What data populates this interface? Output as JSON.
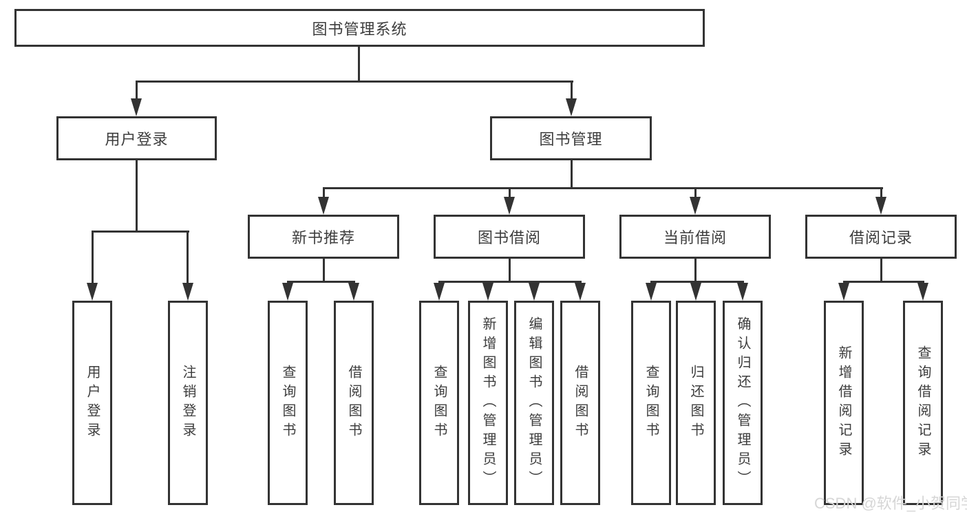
{
  "diagram": {
    "root_label": "图书管理系统",
    "level2": [
      {
        "label": "用户登录"
      },
      {
        "label": "图书管理"
      }
    ],
    "level3": [
      {
        "label": "新书推荐"
      },
      {
        "label": "图书借阅"
      },
      {
        "label": "当前借阅"
      },
      {
        "label": "借阅记录"
      }
    ],
    "leaves": [
      {
        "items": [
          "用户登录",
          "注销登录"
        ]
      },
      {
        "items": [
          "查询图书",
          "借阅图书"
        ]
      },
      {
        "items": [
          "查询图书",
          "新增图书（管理员）",
          "编辑图书（管理员）",
          "借阅图书"
        ]
      },
      {
        "items": [
          "查询图书",
          "归还图书",
          "确认归还（管理员）"
        ]
      },
      {
        "items": [
          "新增借阅记录",
          "查询借阅记录"
        ]
      }
    ]
  },
  "watermark": {
    "text": "CSDN @软件_小贺同学"
  },
  "colors": {
    "line": "#333333",
    "box_border": "#333333",
    "text": "#3d3d3d",
    "background": "#ffffff",
    "watermark": "#d6d6d6"
  }
}
